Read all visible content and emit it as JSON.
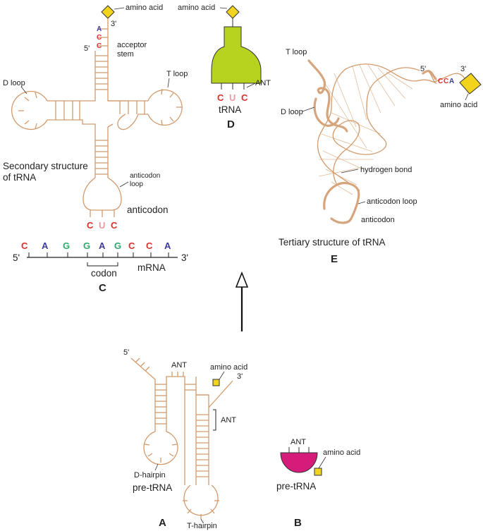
{
  "colors": {
    "backbone": "#d39a6c",
    "nucleotide_C": "#d9302b",
    "nucleotide_A": "#3d3a9e",
    "nucleotide_G": "#2fa86a",
    "nucleotide_U": "#e89aa0",
    "amino_acid": "#f2d41e",
    "trna_D_body": "#b7d21f",
    "trna_B_body": "#d61c7a"
  },
  "panel_c": {
    "amino_acid_label": "amino acid",
    "three_prime": "3'",
    "five_prime": "5'",
    "acceptor_bases": [
      "A",
      "C",
      "C"
    ],
    "acceptor_label_1": "acceptor",
    "acceptor_label_2": "stem",
    "d_loop": "D loop",
    "t_loop": "T loop",
    "structure_label_1": "Secondary structure",
    "structure_label_2": "of tRNA",
    "anticodon_loop_1": "anticodon",
    "anticodon_loop_2": "loop",
    "anticodon_label": "anticodon",
    "anticodon_bases": [
      "C",
      "U",
      "C"
    ],
    "mrna_bases": [
      "C",
      "A",
      "G",
      "G",
      "A",
      "G",
      "C",
      "C",
      "A"
    ],
    "mrna_five": "5'",
    "mrna_three": "3'",
    "codon_label": "codon",
    "mrna_label": "mRNA",
    "panel_letter": "C"
  },
  "panel_d": {
    "amino_acid_label": "amino acid",
    "ant_label": "ANT",
    "anticodon_bases": [
      "C",
      "U",
      "C"
    ],
    "trna_label": "tRNA",
    "panel_letter": "D"
  },
  "panel_e": {
    "t_loop": "T loop",
    "d_loop": "D loop",
    "five_prime": "5'",
    "three_prime": "3'",
    "cca_bases": [
      "C",
      "C",
      "A"
    ],
    "amino_acid_label": "amino acid",
    "hydrogen_bond": "hydrogen bond",
    "anticodon_loop": "anticodon loop",
    "anticodon": "anticodon",
    "structure_label": "Tertiary structure of tRNA",
    "panel_letter": "E"
  },
  "panel_a": {
    "five_prime": "5'",
    "three_prime": "3'",
    "ant_top": "ANT",
    "amino_acid_label": "amino acid",
    "ant_side": "ANT",
    "d_hairpin": "D-hairpin",
    "pre_trna": "pre-tRNA",
    "t_hairpin": "T-hairpin",
    "panel_letter": "A"
  },
  "panel_b": {
    "ant_label": "ANT",
    "amino_acid_label": "amino acid",
    "pre_trna": "pre-tRNA",
    "panel_letter": "B"
  }
}
